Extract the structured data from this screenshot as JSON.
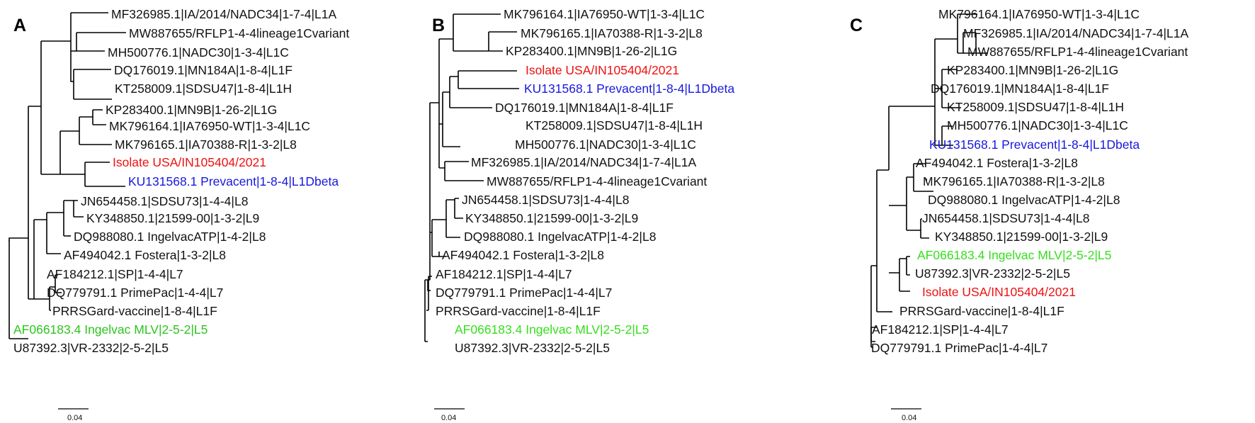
{
  "scale_label": "0.04",
  "colors": {
    "query": "#ee1111",
    "prevacent": "#1818dd",
    "mlv_a": "#2cc51e",
    "mlv_b": "#34e01c",
    "default": "#111111"
  },
  "panels": [
    {
      "label": "A",
      "tips": [
        {
          "text": "MF326985.1|IA/2014/NADC34|1-7-4|L1A",
          "color": "default"
        },
        {
          "text": "MW887655/RFLP1-4-4lineage1Cvariant",
          "color": "default"
        },
        {
          "text": "MH500776.1|NADC30|1-3-4|L1C",
          "color": "default"
        },
        {
          "text": "DQ176019.1|MN184A|1-8-4|L1F",
          "color": "default"
        },
        {
          "text": "KT258009.1|SDSU47|1-8-4|L1H",
          "color": "default"
        },
        {
          "text": "KP283400.1|MN9B|1-26-2|L1G",
          "color": "default"
        },
        {
          "text": "MK796164.1|IA76950-WT|1-3-4|L1C",
          "color": "default"
        },
        {
          "text": "MK796165.1|IA70388-R|1-3-2|L8",
          "color": "default"
        },
        {
          "text": "Isolate USA/IN105404/2021",
          "color": "query"
        },
        {
          "text": "KU131568.1 Prevacent|1-8-4|L1Dbeta",
          "color": "prevacent"
        },
        {
          "text": "JN654458.1|SDSU73|1-4-4|L8",
          "color": "default"
        },
        {
          "text": "KY348850.1|21599-00|1-3-2|L9",
          "color": "default"
        },
        {
          "text": "DQ988080.1 IngelvacATP|1-4-2|L8",
          "color": "default"
        },
        {
          "text": "AF494042.1 Fostera|1-3-2|L8",
          "color": "default"
        },
        {
          "text": "AF184212.1|SP|1-4-4|L7",
          "color": "default"
        },
        {
          "text": "DQ779791.1 PrimePac|1-4-4|L7",
          "color": "default"
        },
        {
          "text": "PRRSGard-vaccine|1-8-4|L1F",
          "color": "default"
        },
        {
          "text": "AF066183.4 Ingelvac MLV|2-5-2|L5",
          "color": "mlv_a"
        },
        {
          "text": "U87392.3|VR-2332|2-5-2|L5",
          "color": "default"
        }
      ]
    },
    {
      "label": "B",
      "tips": [
        {
          "text": "MK796164.1|IA76950-WT|1-3-4|L1C",
          "color": "default"
        },
        {
          "text": "MK796165.1|IA70388-R|1-3-2|L8",
          "color": "default"
        },
        {
          "text": "KP283400.1|MN9B|1-26-2|L1G",
          "color": "default"
        },
        {
          "text": "Isolate USA/IN105404/2021",
          "color": "query"
        },
        {
          "text": "KU131568.1 Prevacent|1-8-4|L1Dbeta",
          "color": "prevacent"
        },
        {
          "text": "DQ176019.1|MN184A|1-8-4|L1F",
          "color": "default"
        },
        {
          "text": "KT258009.1|SDSU47|1-8-4|L1H",
          "color": "default"
        },
        {
          "text": "MH500776.1|NADC30|1-3-4|L1C",
          "color": "default"
        },
        {
          "text": "MF326985.1|IA/2014/NADC34|1-7-4|L1A",
          "color": "default"
        },
        {
          "text": "MW887655/RFLP1-4-4lineage1Cvariant",
          "color": "default"
        },
        {
          "text": "JN654458.1|SDSU73|1-4-4|L8",
          "color": "default"
        },
        {
          "text": "KY348850.1|21599-00|1-3-2|L9",
          "color": "default"
        },
        {
          "text": "DQ988080.1 IngelvacATP|1-4-2|L8",
          "color": "default"
        },
        {
          "text": "AF494042.1 Fostera|1-3-2|L8",
          "color": "default"
        },
        {
          "text": "AF184212.1|SP|1-4-4|L7",
          "color": "default"
        },
        {
          "text": "DQ779791.1 PrimePac|1-4-4|L7",
          "color": "default"
        },
        {
          "text": "PRRSGard-vaccine|1-8-4|L1F",
          "color": "default"
        },
        {
          "text": "AF066183.4 Ingelvac MLV|2-5-2|L5",
          "color": "mlv_b"
        },
        {
          "text": "U87392.3|VR-2332|2-5-2|L5",
          "color": "default"
        }
      ]
    },
    {
      "label": "C",
      "tips": [
        {
          "text": "MK796164.1|IA76950-WT|1-3-4|L1C",
          "color": "default"
        },
        {
          "text": "MF326985.1|IA/2014/NADC34|1-7-4|L1A",
          "color": "default"
        },
        {
          "text": "MW887655/RFLP1-4-4lineage1Cvariant",
          "color": "default"
        },
        {
          "text": "KP283400.1|MN9B|1-26-2|L1G",
          "color": "default"
        },
        {
          "text": "DQ176019.1|MN184A|1-8-4|L1F",
          "color": "default"
        },
        {
          "text": "KT258009.1|SDSU47|1-8-4|L1H",
          "color": "default"
        },
        {
          "text": "MH500776.1|NADC30|1-3-4|L1C",
          "color": "default"
        },
        {
          "text": "KU131568.1 Prevacent|1-8-4|L1Dbeta",
          "color": "prevacent"
        },
        {
          "text": "AF494042.1 Fostera|1-3-2|L8",
          "color": "default"
        },
        {
          "text": "MK796165.1|IA70388-R|1-3-2|L8",
          "color": "default"
        },
        {
          "text": "DQ988080.1 IngelvacATP|1-4-2|L8",
          "color": "default"
        },
        {
          "text": "JN654458.1|SDSU73|1-4-4|L8",
          "color": "default"
        },
        {
          "text": "KY348850.1|21599-00|1-3-2|L9",
          "color": "default"
        },
        {
          "text": "AF066183.4 Ingelvac MLV|2-5-2|L5",
          "color": "mlv_b"
        },
        {
          "text": "U87392.3|VR-2332|2-5-2|L5",
          "color": "default"
        },
        {
          "text": "Isolate USA/IN105404/2021",
          "color": "query"
        },
        {
          "text": "PRRSGard-vaccine|1-8-4|L1F",
          "color": "default"
        },
        {
          "text": "AF184212.1|SP|1-4-4|L7",
          "color": "default"
        },
        {
          "text": "DQ779791.1 PrimePac|1-4-4|L7",
          "color": "default"
        }
      ]
    }
  ]
}
